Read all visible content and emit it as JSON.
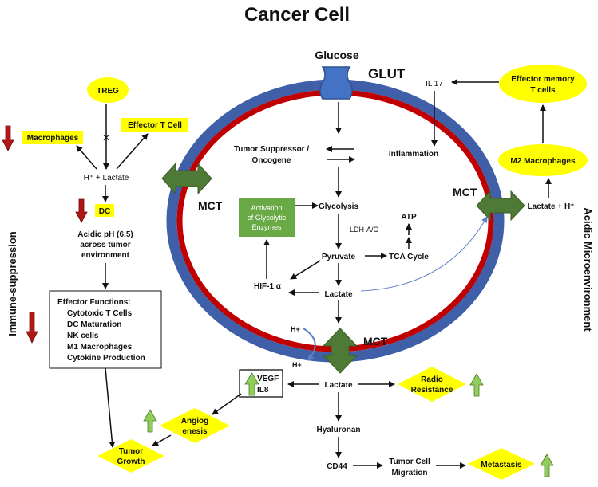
{
  "title": "Cancer Cell",
  "glucose": "Glucose",
  "glut": "GLUT",
  "mct": "MCT",
  "side_left": "Immune-suppression",
  "side_right": "Acidic Microenvironment",
  "treg": "TREG",
  "macrophages": "Macrophages",
  "effector_t": "Effector T Cell",
  "h_lactate": "H⁺ + Lactate",
  "dc": "DC",
  "acidic_ph": [
    "Acidic pH (6.5)",
    "across tumor",
    "environment"
  ],
  "effector_functions": [
    "Effector Functions:",
    "Cytotoxic T Cells",
    "DC Maturation",
    "NK cells",
    "M1 Macrophages",
    "Cytokine Production"
  ],
  "tumor_suppressor": [
    "Tumor Suppressor /",
    "Oncogene"
  ],
  "inflammation": "Inflammation",
  "il17": "IL 17",
  "effector_memory": [
    "Effector memory",
    "T cells"
  ],
  "m2_macrophages": "M2 Macrophages",
  "lactate_h": "Lactate + H⁺",
  "activation": [
    "Activation",
    "of Glycolytic",
    "Enzymes"
  ],
  "glycolysis": "Glycolysis",
  "ldh": "LDH-A/C",
  "atp": "ATP",
  "pyruvate": "Pyruvate",
  "tca": "TCA Cycle",
  "hif": "HIF-1 α",
  "lactate": "Lactate",
  "h_plus": "H+",
  "vegf": [
    "VEGF",
    "IL8"
  ],
  "radio": [
    "Radio",
    "Resistance"
  ],
  "angio": [
    "Angiog",
    "enesis"
  ],
  "tumor_growth": [
    "Tumor",
    "Growth"
  ],
  "hyaluronan": "Hyaluronan",
  "cd44": "CD44",
  "migration": [
    "Tumor Cell",
    "Migration"
  ],
  "metastasis": "Metastasis",
  "colors": {
    "yellow": "#ffff00",
    "red_membrane": "#c00000",
    "blue_membrane": "#3f5fa8",
    "mct_green": "#4f7a35",
    "up_green": "#8fce5a",
    "down_red": "#b01616",
    "activation_green": "#6aaa46"
  }
}
